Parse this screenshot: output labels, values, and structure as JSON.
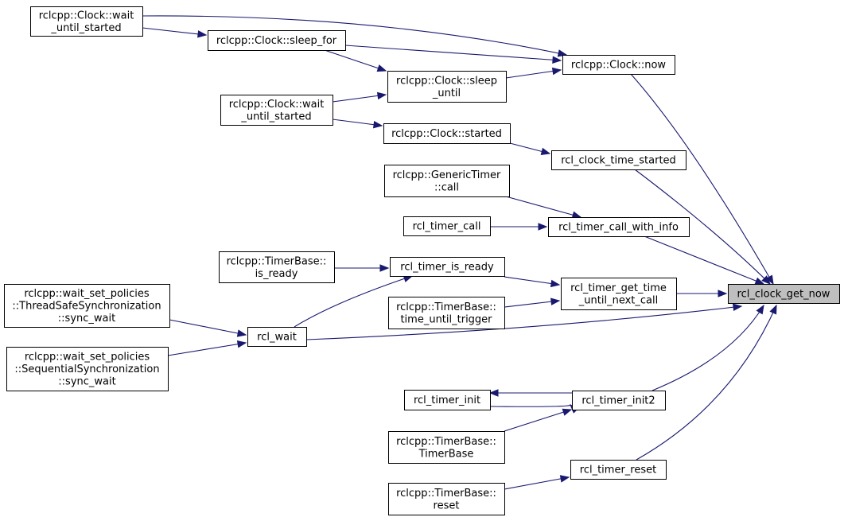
{
  "colors": {
    "edge": "#191970",
    "node_fill": "#ffffff",
    "node_border": "#000000",
    "focus_fill": "#bfbfbf"
  },
  "graph": {
    "focus": "rcl_clock_get_now",
    "nodes": [
      {
        "id": "focus",
        "label": [
          "rcl_clock_get_now"
        ],
        "focus": true
      },
      {
        "id": "clock_now",
        "label": [
          "rclcpp::Clock::now"
        ]
      },
      {
        "id": "time_started",
        "label": [
          "rcl_clock_time_started"
        ]
      },
      {
        "id": "call_info",
        "label": [
          "rcl_timer_call_with_info"
        ]
      },
      {
        "id": "get_time",
        "label": [
          "rcl_timer_get_time",
          "_until_next_call"
        ]
      },
      {
        "id": "rcl_wait",
        "label": [
          "rcl_wait"
        ]
      },
      {
        "id": "init2",
        "label": [
          "rcl_timer_init2"
        ]
      },
      {
        "id": "reset",
        "label": [
          "rcl_timer_reset"
        ]
      },
      {
        "id": "wait_us1",
        "label": [
          "rclcpp::Clock::wait",
          "_until_started"
        ]
      },
      {
        "id": "sleep_for",
        "label": [
          "rclcpp::Clock::sleep_for"
        ]
      },
      {
        "id": "sleep_until",
        "label": [
          "rclcpp::Clock::sleep",
          "_until"
        ]
      },
      {
        "id": "wait_us2",
        "label": [
          "rclcpp::Clock::wait",
          "_until_started"
        ]
      },
      {
        "id": "started",
        "label": [
          "rclcpp::Clock::started"
        ]
      },
      {
        "id": "gt_call",
        "label": [
          "rclcpp::GenericTimer",
          "::call"
        ]
      },
      {
        "id": "timer_call",
        "label": [
          "rcl_timer_call"
        ]
      },
      {
        "id": "tb_ready",
        "label": [
          "rclcpp::TimerBase::",
          "is_ready"
        ]
      },
      {
        "id": "is_ready",
        "label": [
          "rcl_timer_is_ready"
        ]
      },
      {
        "id": "tb_ttt",
        "label": [
          "rclcpp::TimerBase::",
          "time_until_trigger"
        ]
      },
      {
        "id": "tss_wait",
        "label": [
          "rclcpp::wait_set_policies",
          "::ThreadSafeSynchronization",
          "::sync_wait"
        ]
      },
      {
        "id": "seq_wait",
        "label": [
          "rclcpp::wait_set_policies",
          "::SequentialSynchronization",
          "::sync_wait"
        ]
      },
      {
        "id": "timer_init",
        "label": [
          "rcl_timer_init"
        ]
      },
      {
        "id": "tb_tb",
        "label": [
          "rclcpp::TimerBase::",
          "TimerBase"
        ]
      },
      {
        "id": "tb_reset",
        "label": [
          "rclcpp::TimerBase::",
          "reset"
        ]
      }
    ],
    "edges": [
      {
        "from": "clock_now",
        "to": "focus"
      },
      {
        "from": "time_started",
        "to": "focus"
      },
      {
        "from": "call_info",
        "to": "focus"
      },
      {
        "from": "get_time",
        "to": "focus"
      },
      {
        "from": "rcl_wait",
        "to": "focus"
      },
      {
        "from": "init2",
        "to": "focus"
      },
      {
        "from": "reset",
        "to": "focus"
      },
      {
        "from": "wait_us1",
        "to": "clock_now"
      },
      {
        "from": "sleep_for",
        "to": "clock_now"
      },
      {
        "from": "sleep_until",
        "to": "clock_now"
      },
      {
        "from": "wait_us1",
        "to": "sleep_for"
      },
      {
        "from": "sleep_for",
        "to": "sleep_until"
      },
      {
        "from": "wait_us2",
        "to": "sleep_until"
      },
      {
        "from": "wait_us2",
        "to": "started"
      },
      {
        "from": "started",
        "to": "time_started"
      },
      {
        "from": "gt_call",
        "to": "call_info"
      },
      {
        "from": "timer_call",
        "to": "call_info"
      },
      {
        "from": "is_ready",
        "to": "get_time"
      },
      {
        "from": "tb_ttt",
        "to": "get_time"
      },
      {
        "from": "tb_ready",
        "to": "is_ready"
      },
      {
        "from": "rcl_wait",
        "to": "is_ready"
      },
      {
        "from": "tss_wait",
        "to": "rcl_wait"
      },
      {
        "from": "seq_wait",
        "to": "rcl_wait"
      },
      {
        "from": "init2",
        "to": "timer_init"
      },
      {
        "from": "timer_init",
        "to": "init2"
      },
      {
        "from": "tb_tb",
        "to": "init2"
      },
      {
        "from": "tb_reset",
        "to": "reset"
      }
    ]
  }
}
